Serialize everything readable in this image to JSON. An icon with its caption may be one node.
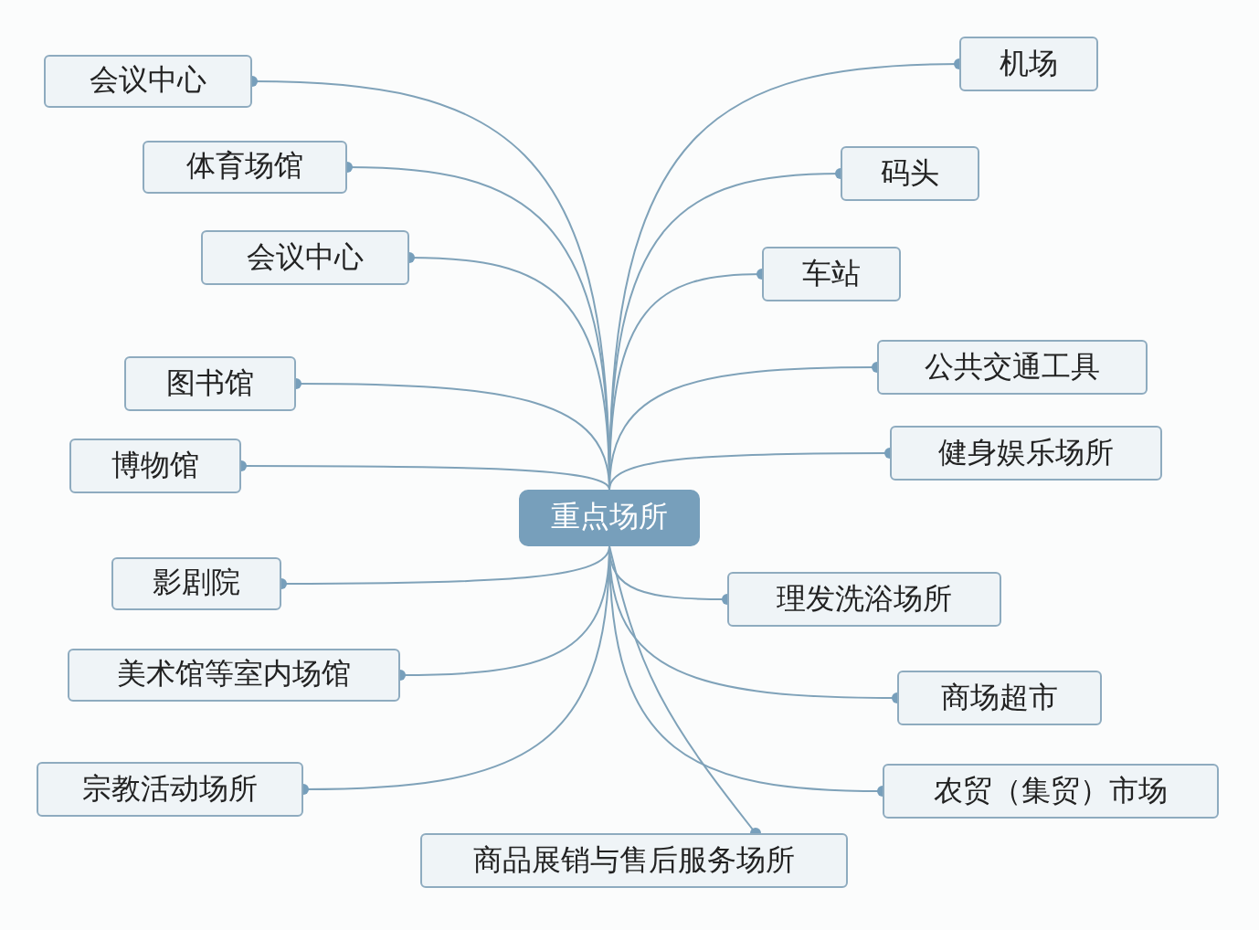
{
  "diagram": {
    "nodes": [
      {
        "text": [
          "重点场所"
        ]
      },
      {
        "text": [
          "会议中心"
        ]
      },
      {
        "text": [
          "机场"
        ]
      },
      {
        "text": [
          "体育场馆"
        ]
      },
      {
        "text": [
          "码头"
        ]
      },
      {
        "text": [
          "会议中心"
        ]
      },
      {
        "text": [
          "车站"
        ]
      },
      {
        "text": [
          "公共交通工具"
        ]
      },
      {
        "text": [
          "图书馆"
        ]
      },
      {
        "text": [
          "健身娱乐场所"
        ]
      },
      {
        "text": [
          "博物馆"
        ]
      },
      {
        "text": [
          "影剧院"
        ]
      },
      {
        "text": [
          "理发洗浴场所"
        ]
      },
      {
        "text": [
          "美术馆等室内场馆"
        ]
      },
      {
        "text": [
          "商场超市"
        ]
      },
      {
        "text": [
          "宗教活动场所"
        ]
      },
      {
        "text": [
          "农贸（集贸）市场"
        ]
      },
      {
        "text": [
          "商品展销与售后服务场所"
        ]
      }
    ],
    "edges": [
      {
        "from": 0,
        "to": 1,
        "arrow": "other"
      },
      {
        "from": 0,
        "to": 2,
        "arrow": "other"
      },
      {
        "from": 0,
        "to": 3,
        "arrow": "other"
      },
      {
        "from": 0,
        "to": 4,
        "arrow": "other"
      },
      {
        "from": 0,
        "to": 5,
        "arrow": "other"
      },
      {
        "from": 0,
        "to": 6,
        "arrow": "other"
      },
      {
        "from": 0,
        "to": 7,
        "arrow": "other"
      },
      {
        "from": 0,
        "to": 8,
        "arrow": "other"
      },
      {
        "from": 0,
        "to": 9,
        "arrow": "other"
      },
      {
        "from": 0,
        "to": 10,
        "arrow": "other"
      },
      {
        "from": 0,
        "to": 11,
        "arrow": "other"
      },
      {
        "from": 0,
        "to": 12,
        "arrow": "other"
      },
      {
        "from": 0,
        "to": 13,
        "arrow": "other"
      },
      {
        "from": 0,
        "to": 14,
        "arrow": "other"
      },
      {
        "from": 0,
        "to": 15,
        "arrow": "other"
      },
      {
        "from": 0,
        "to": 16,
        "arrow": "other"
      },
      {
        "from": 0,
        "to": 17,
        "arrow": "other"
      }
    ]
  }
}
